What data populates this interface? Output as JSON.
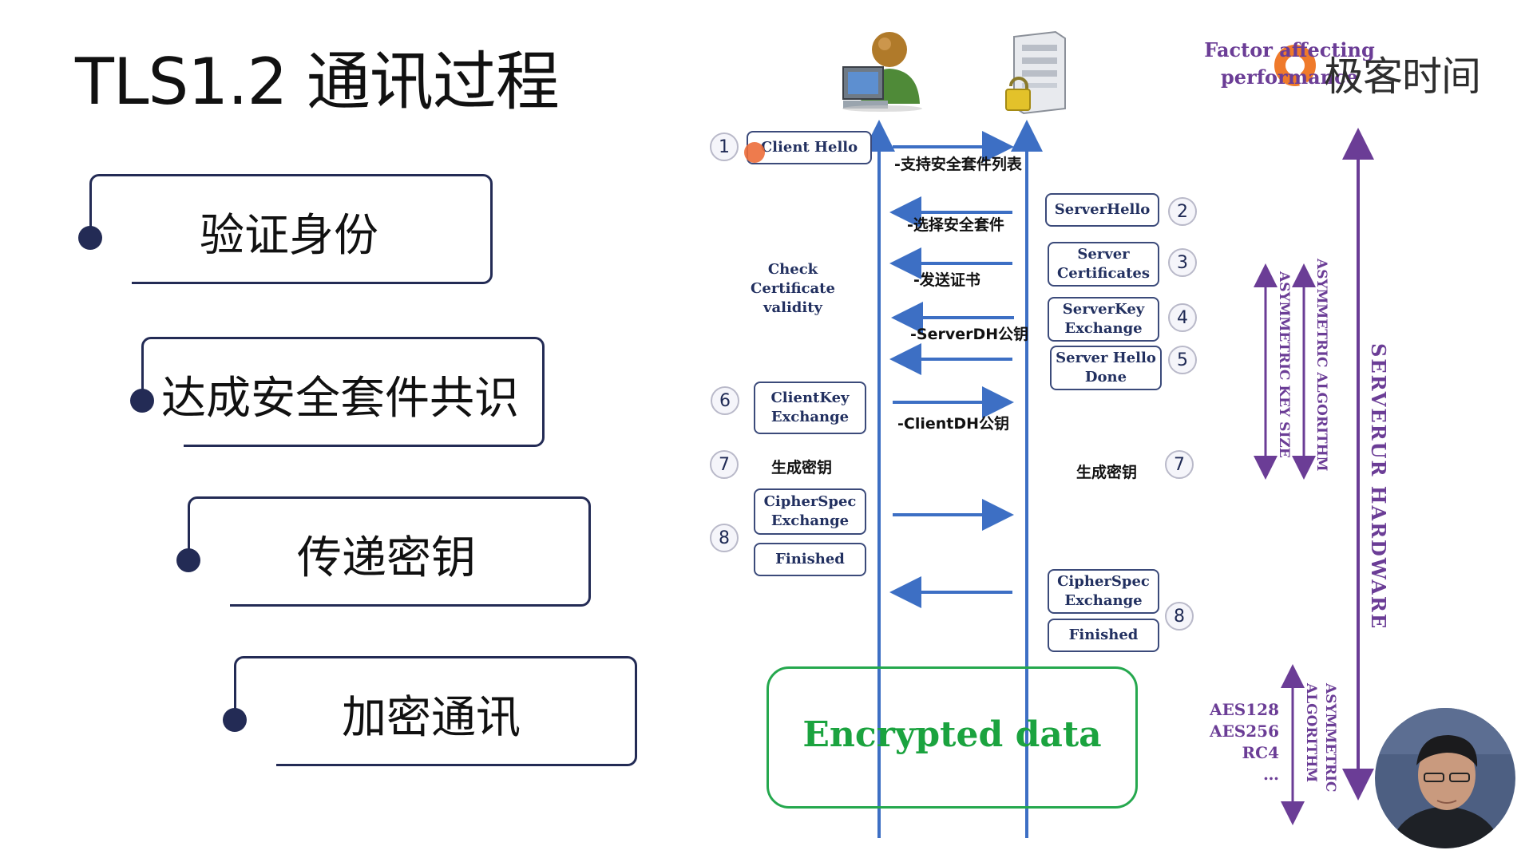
{
  "slide": {
    "title": "TLS1.2 通讯过程",
    "steps": [
      {
        "label": "验证身份"
      },
      {
        "label": "达成安全套件共识"
      },
      {
        "label": "传递密钥"
      },
      {
        "label": "加密通讯"
      }
    ]
  },
  "diagram": {
    "client_icon": "user-computer-icon",
    "server_icon": "server-lock-icon",
    "messages": {
      "client_hello": "Client Hello",
      "server_hello": "ServerHello",
      "server_certificates": "Server\nCertificates",
      "server_key_exchange": "ServerKey\nExchange",
      "server_hello_done": "Server Hello\nDone",
      "client_key_exchange": "ClientKey\nExchange",
      "client_cipherspec": "CipherSpec\nExchange",
      "client_finished": "Finished",
      "server_cipherspec": "CipherSpec\nExchange",
      "server_finished": "Finished"
    },
    "arrow_labels": {
      "a1": "-支持安全套件列表",
      "a2": "-选择安全套件",
      "a3": "-发送证书",
      "a4": "-ServerDH公钥",
      "a6": "-ClientDH公钥"
    },
    "check_certificate": "Check\nCertificate\nvalidity",
    "client_gen_key": "生成密钥",
    "server_gen_key": "生成密钥",
    "numbers": {
      "n1": "1",
      "n2": "2",
      "n3": "3",
      "n4": "4",
      "n5": "5",
      "n6": "6",
      "n7c": "7",
      "n7s": "7",
      "n8c": "8",
      "n8s": "8"
    },
    "encrypted_data": "Encrypted data",
    "factor_heading": "Factor affecting\nperformance",
    "asymmetric_algorithm": "ASYMMETRIC ALGORITHM",
    "asymmetric_key_size": "ASYMMETRIC KEY SIZE",
    "server_hardware": "SERVERUR HARDWARE",
    "symmetric_algorithm": "ASYMMETRIC\nALGORITHM",
    "ciphers": [
      "AES128",
      "AES256",
      "RC4",
      "…"
    ]
  },
  "brand": {
    "name": "极客时间",
    "logo_icon": "geektime-logo-icon"
  },
  "colors": {
    "navy": "#232b55",
    "timeline_blue": "#3d6fc4",
    "purple": "#6b3d96",
    "green": "#1ba33f",
    "accent_orange": "#ec6d3a"
  }
}
